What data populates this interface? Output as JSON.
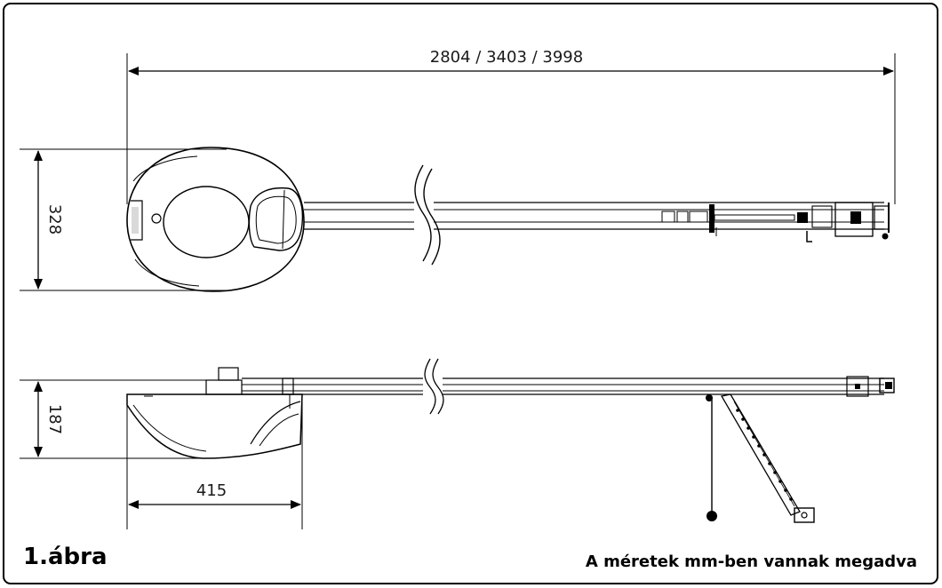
{
  "dimensions": {
    "overall_length": "2804 / 3403 / 3998",
    "motor_width": "328",
    "motor_height": "187",
    "motor_depth": "415"
  },
  "figure": {
    "label": "1.ábra",
    "units_note": "A méretek mm-ben vannak megadva"
  }
}
